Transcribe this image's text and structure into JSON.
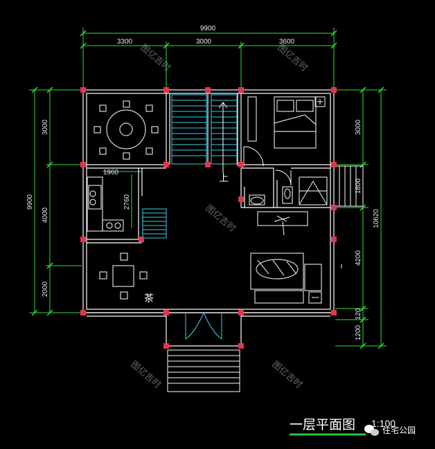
{
  "drawing": {
    "title": "一层平面图",
    "scale": "1:100",
    "brand": "住宅公园",
    "watermark": "图亿吉时",
    "stair_label": "上",
    "tea_label": "茶"
  },
  "dimensions": {
    "top_total": "9900",
    "top_left": "3300",
    "top_mid": "3000",
    "top_right": "3600",
    "left_total": "9900",
    "left_a": "3000",
    "left_b": "4000",
    "left_c": "2000",
    "right_total": "10620",
    "right_a": "3000",
    "right_b": "1800",
    "right_c": "4200",
    "right_d": "120",
    "right_e": "1200",
    "kitchen_w": "1960",
    "kitchen_h": "2760"
  },
  "colors": {
    "wall": "#ffffff",
    "column": "#e8334a",
    "dim_line": "#2fe03a",
    "dim_text": "#e8e8e8",
    "stair": "#3fd0e8",
    "furniture": "#d8d8d8",
    "scale_bar": "#27c93f"
  }
}
